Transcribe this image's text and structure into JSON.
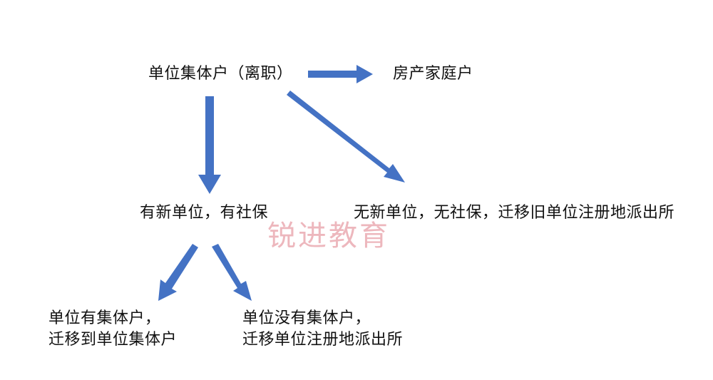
{
  "diagram": {
    "nodes": {
      "root": "单位集体户（离职）",
      "property_home": "房产家庭户",
      "new_employer": "有新单位，有社保",
      "no_employer": "无新单位，无社保，迁移旧单位注册地派出所",
      "has_collective_line1": "单位有集体户，",
      "has_collective_line2": "迁移到单位集体户",
      "no_collective_line1": "单位没有集体户，",
      "no_collective_line2": "迁移单位注册地派出所"
    },
    "watermark": "锐进教育",
    "arrow_color": "#4472c4"
  }
}
